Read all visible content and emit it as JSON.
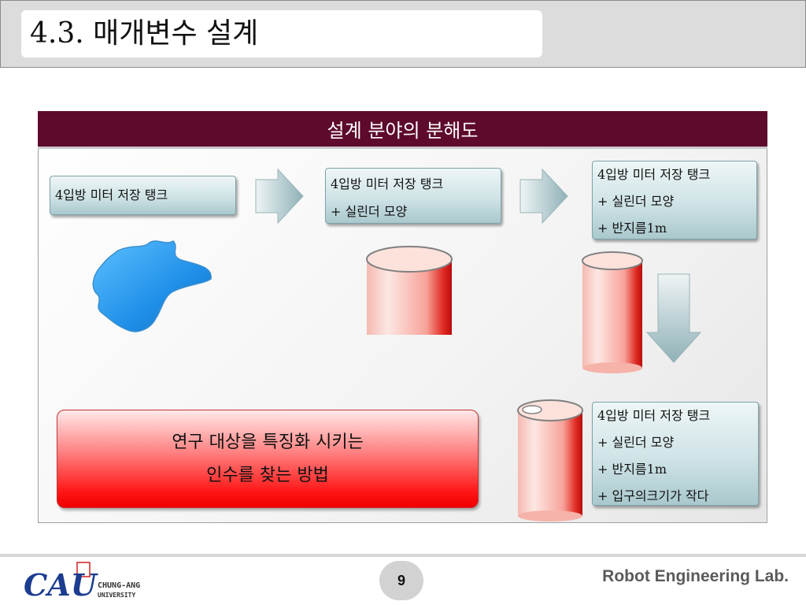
{
  "slide": {
    "title": "4.3. 매개변수 설계",
    "panel_header": "설계 분야의 분해도",
    "box1": {
      "lines": [
        "4입방 미터 저장 탱크"
      ]
    },
    "box2": {
      "lines": [
        "4입방 미터 저장 탱크",
        "+ 실린더 모양"
      ]
    },
    "box3": {
      "lines": [
        "4입방 미터 저장 탱크",
        "+ 실린더 모양",
        "+ 반지름1m"
      ]
    },
    "box4": {
      "lines": [
        "4입방 미터 저장 탱크",
        "+ 실린더 모양",
        "+ 반지름1m",
        "+ 입구의크기가 작다"
      ]
    },
    "highlight": {
      "lines": [
        "연구 대상을 특징화 시키는",
        "인수를 찾는 방법"
      ]
    }
  },
  "footer": {
    "page_number": "9",
    "lab_name": "Robot Engineering Lab.",
    "logo_text": "CAU",
    "logo_sub_1": "CHUNG-ANG",
    "logo_sub_2": "UNIVERSITY"
  },
  "colors": {
    "panel_header_bg": "#5e0a2c",
    "box_fill": "#cfe3e6",
    "cylinder_red": "#f03030",
    "blob_blue": "#2a9ff0",
    "logo_blue": "#1c3d8f"
  }
}
